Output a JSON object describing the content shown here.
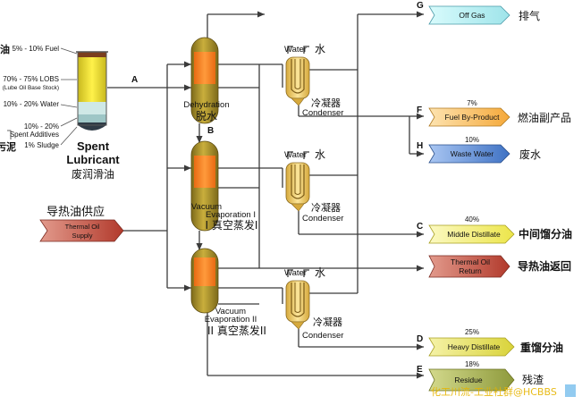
{
  "feed": {
    "composition": [
      "5% - 10% Fuel",
      "70% - 75% LOBS",
      "(Lube Oil Base Stock)",
      "10% - 20% Water",
      "10% - 20%",
      "Spent Additives",
      "1% Sludge"
    ],
    "cut_label_left_1": "油",
    "cut_label_left_2": "污泥",
    "name_line1": "Spent",
    "name_line2": "Lubricant",
    "name_cn": "废润滑油",
    "stream": "A"
  },
  "thermal_supply": {
    "cn": "导热油供应",
    "label_line1": "Thermal Oil",
    "label_line2": "Supply"
  },
  "columns": [
    {
      "en_line1": "Dehydration",
      "en_line2": "",
      "cn": "脱水"
    },
    {
      "en_line1": "Vacuum",
      "en_line2": "Evaporation I",
      "cn": "I 真空蒸发I"
    },
    {
      "en_line1": "Vacuum",
      "en_line2": "Evaporation II",
      "cn": "II 真空蒸发II"
    }
  ],
  "stream_b": "B",
  "condensers": [
    {
      "water": "Water",
      "water_cn": "水",
      "cn": "冷凝器",
      "en": "Condenser"
    },
    {
      "water": "Water",
      "water_cn": "水",
      "cn": "冷凝器",
      "en": "Condenser"
    },
    {
      "water": "Water",
      "water_cn": "水",
      "cn": "冷凝器",
      "en": "Condenser"
    }
  ],
  "products": [
    {
      "letter": "G",
      "label": "Off Gas",
      "pct": "",
      "cn": "排气"
    },
    {
      "letter": "F",
      "label": "Fuel By-Product",
      "pct": "7%",
      "cn": "燃油副产品"
    },
    {
      "letter": "H",
      "label": "Waste Water",
      "pct": "10%",
      "cn": "废水"
    },
    {
      "letter": "C",
      "label": "Middle Distillate",
      "pct": "40%",
      "cn": "中间馏分油"
    },
    {
      "letter": "",
      "label": "Thermal Oil Return",
      "pct": "",
      "cn": "导热油返回"
    },
    {
      "letter": "D",
      "label": "Heavy Distillate",
      "pct": "25%",
      "cn": "重馏分油"
    },
    {
      "letter": "E",
      "label": "Residue",
      "pct": "18%",
      "cn": "残渣"
    }
  ],
  "thermal_return": {
    "line1": "Thermal Oil",
    "line2": "Return"
  },
  "watermark": "化工川流-工业社群@HCBBS",
  "colors": {
    "line": "#3b3b3b",
    "column_body": "#b59a2e",
    "column_core": "#f27d22",
    "condenser": "#e9c46a",
    "offgas": "#b9f0f2",
    "fuel": "#fbc66b",
    "wastewater": "#5f8fd4",
    "middle": "#f6f17a",
    "thermal": "#c2483a",
    "heavy": "#e9e45e",
    "residue": "#aab35a"
  }
}
